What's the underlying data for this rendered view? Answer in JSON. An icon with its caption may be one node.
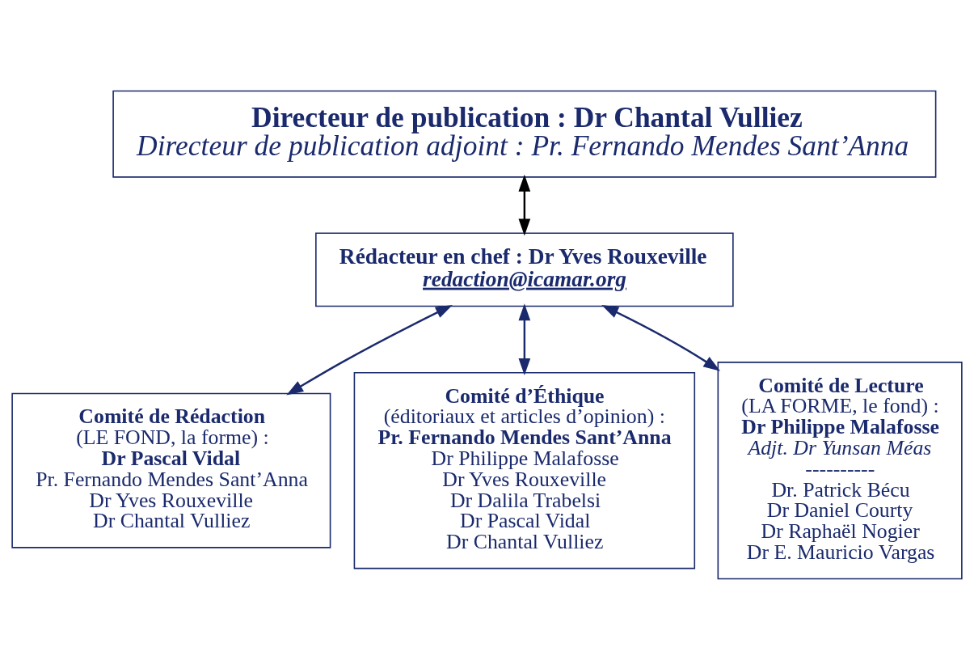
{
  "diagram": {
    "nodes": [
      {
        "text": [
          "Directeur de publication : Dr Chantal Vulliez",
          "Directeur de publication adjoint : Pr. Fernando Mendes Sant’Anna"
        ]
      },
      {
        "text": [
          "Rédacteur en chef : Dr Yves Rouxeville",
          "redaction@icamar.org"
        ]
      },
      {
        "text": [
          "Comité de Rédaction",
          "(LE FOND, la forme) :",
          "Dr Pascal Vidal",
          "Pr. Fernando Mendes Sant’Anna",
          "Dr Yves Rouxeville",
          "Dr Chantal Vulliez"
        ]
      },
      {
        "text": [
          "Comité d’Éthique",
          "(éditoriaux et articles d’opinion) :",
          "Pr. Fernando Mendes Sant’Anna",
          "Dr Philippe Malafosse",
          "Dr Yves Rouxeville",
          "Dr Dalila Trabelsi",
          "Dr Pascal Vidal",
          "Dr Chantal Vulliez"
        ]
      },
      {
        "text": [
          "Comité de Lecture",
          "(LA FORME, le fond) :",
          "Dr Philippe Malafosse",
          "Adjt. Dr Yunsan Méas",
          "----------",
          "Dr. Patrick Bécu",
          "Dr Daniel Courty",
          "Dr Raphaël Nogier",
          "Dr E. Mauricio Vargas"
        ]
      }
    ],
    "edges": [
      {
        "from": 0,
        "to": 1,
        "arrow": "both",
        "color": "#000000"
      },
      {
        "from": 1,
        "to": 2,
        "arrow": "both"
      },
      {
        "from": 1,
        "to": 3,
        "arrow": "both"
      },
      {
        "from": 1,
        "to": 4,
        "arrow": "both"
      }
    ]
  }
}
